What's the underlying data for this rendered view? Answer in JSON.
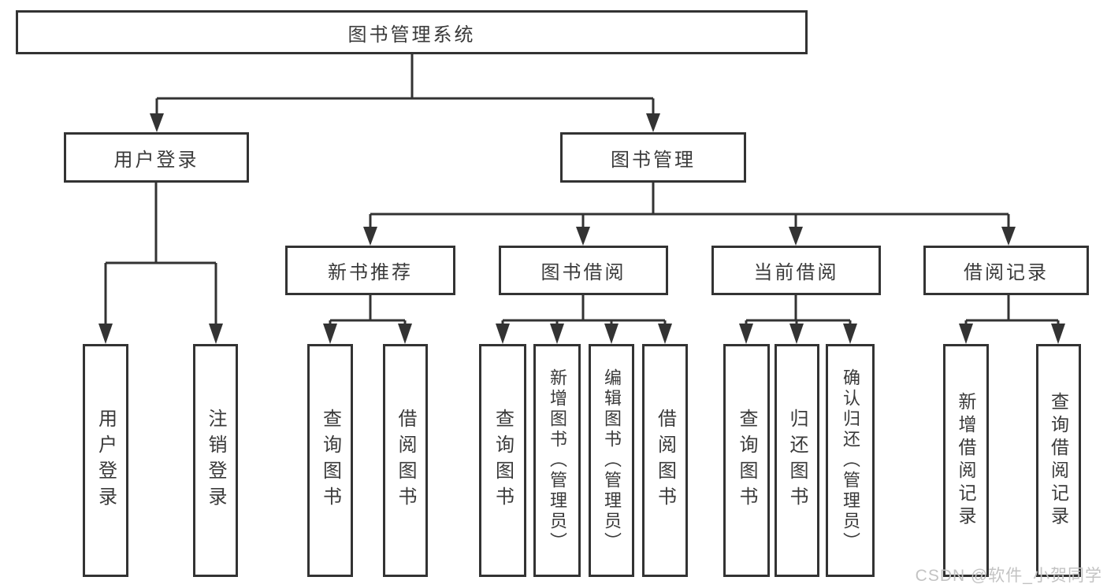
{
  "nodes": {
    "root": "图书管理系统",
    "level2": {
      "user_login": "用户登录",
      "book_management": "图书管理"
    },
    "level3": {
      "new_book_recommend": "新书推荐",
      "book_borrow": "图书借阅",
      "current_borrow": "当前借阅",
      "borrow_records": "借阅记录"
    },
    "level4": {
      "user_login_children": [
        "用户登录",
        "注销登录"
      ],
      "new_book_children": [
        "查询图书",
        "借阅图书"
      ],
      "book_borrow_children": [
        "查询图书",
        "新增图书（管理员）",
        "编辑图书（管理员）",
        "借阅图书"
      ],
      "current_borrow_children": [
        "查询图书",
        "归还图书",
        "确认归还（管理员）"
      ],
      "borrow_records_children": [
        "新增借阅记录",
        "查询借阅记录"
      ]
    }
  },
  "watermark": {
    "text": "CSDN @软件_小贺同学"
  },
  "colors": {
    "line": "#333333",
    "box_border": "#333333",
    "text": "#3a3a3a",
    "watermark": "#c3c3c3",
    "background": "#ffffff"
  }
}
